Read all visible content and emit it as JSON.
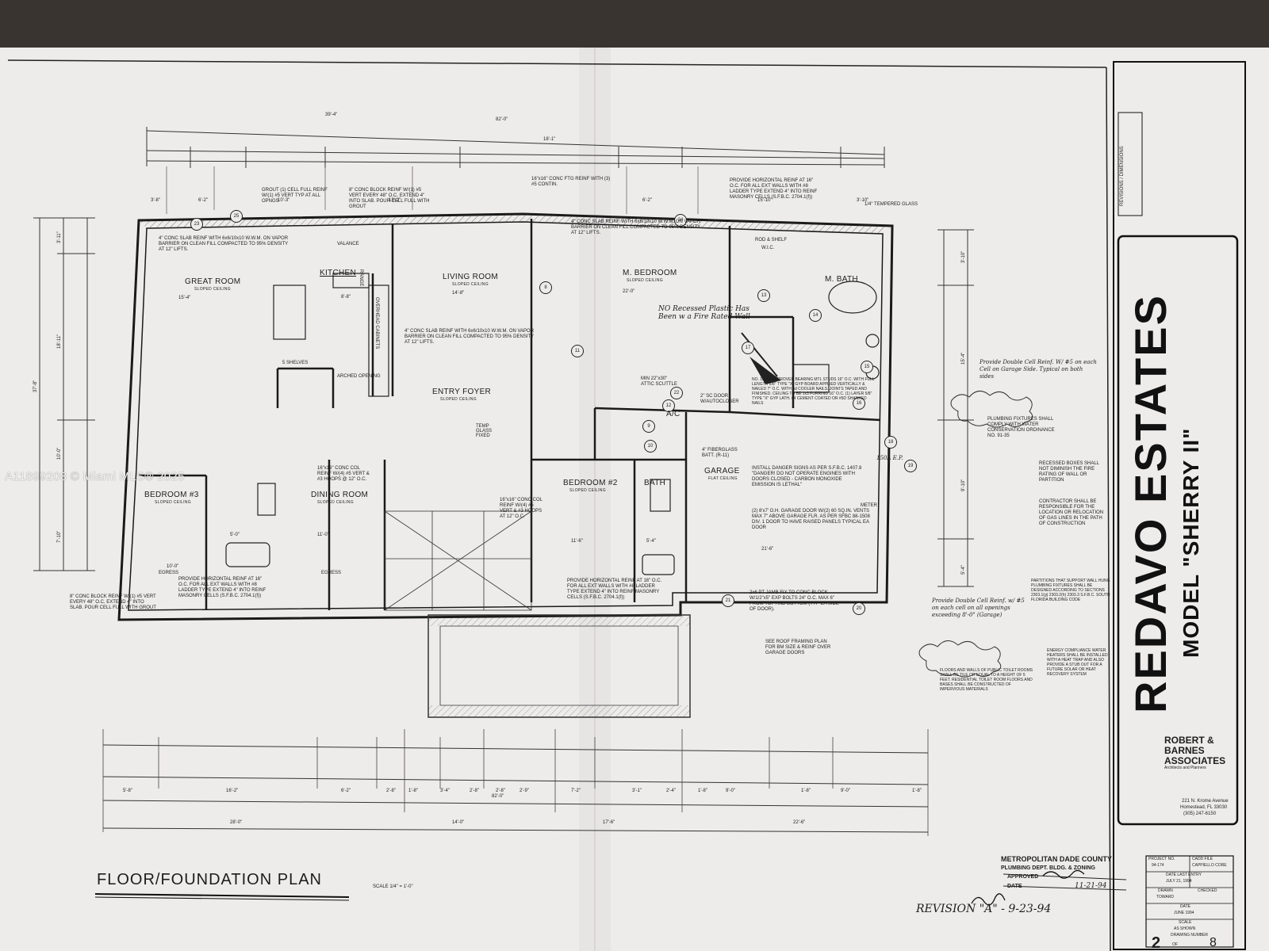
{
  "sheet": {
    "title": "FLOOR/FOUNDATION PLAN",
    "scale": "SCALE 1/4\" = 1'-0\"",
    "revision": "REVISION \"A\" - 9-23-94"
  },
  "title_block": {
    "project": "REDAVO ESTATES",
    "model": "MODEL \"SHERRY II\"",
    "firm": "ROBERT & BARNES ASSOCIATES",
    "firm_sub": "Architects and Planners",
    "address_1": "221 N. Krome Avenue",
    "address_2": "Homestead, FL 33030",
    "phone": "(305) 247-6150",
    "revisions_header": "REVISIONS / DIMENSIONS",
    "project_number_label": "PROJECT NO.",
    "project_number": "94-174",
    "cadd_file_label": "CADD FILE",
    "cadd_file": "CAPPIELLO CORE",
    "date_last_entry_label": "DATE LAST ENTRY",
    "date_last_entry": "JULY 21, 1994",
    "drawn_label": "DRAWN",
    "drawn": "TOWARD",
    "checked_label": "CHECKED",
    "date_label": "DATE",
    "date": "JUNE 1994",
    "scale_label": "SCALE",
    "scale": "AS SHOWN",
    "drawing_number_label": "DRAWING NUMBER",
    "sheet_number": "2",
    "sheet_of": "OF",
    "sheet_total": "8"
  },
  "approval": {
    "agency": "METROPOLITAN DADE COUNTY",
    "department": "PLUMBING DEPT. BLDG. & ZONING",
    "approved_label": "APPROVED",
    "date_label": "DATE",
    "date": "11-21-94"
  },
  "watermark": "A11899208 © Miami MLS® 2025",
  "rooms": {
    "great_room": "GREAT ROOM",
    "great_room_sub": "SLOPED CEILING",
    "kitchen": "KITCHEN",
    "living_room": "LIVING ROOM",
    "living_room_sub": "SLOPED CEILING",
    "m_bedroom": "M. BEDROOM",
    "m_bedroom_sub": "SLOPED CEILING",
    "m_bath": "M. BATH",
    "wic": "W.I.C.",
    "rod_shelf": "ROD & SHELF",
    "entry_foyer": "ENTRY FOYER",
    "entry_foyer_sub": "SLOPED CEILING",
    "bedroom_3": "BEDROOM #3",
    "bedroom_3_sub": "SLOPED CEILING",
    "dining_room": "DINING ROOM",
    "dining_room_sub": "SLOPED CEILING",
    "bedroom_2": "BEDROOM #2",
    "bedroom_2_sub": "SLOPED CEILING",
    "bath": "BATH",
    "garage": "GARAGE",
    "garage_sub": "FLAT CEILING",
    "ac": "A/C",
    "shelves": "5 SHELVES",
    "arched_opening": "ARCHED OPENING",
    "egress_1": "EGRESS",
    "egress_2": "EGRESS",
    "temp_glass": "TEMP GLASS FIXED",
    "valance": "VALANCE",
    "range": "RANGE",
    "overhead_cabinets": "OVERHEAD CABINETS"
  },
  "dims_top": {
    "overall": "82'-0\"",
    "left_half": "39'-4\"",
    "right_half": "18'-1\"",
    "row2": [
      "3'-8\"",
      "6'-2\"",
      "10'-3\"",
      "13'-2\"",
      "6'-2\"",
      "15'-10\"",
      "3'-10\""
    ]
  },
  "dims_interior": {
    "great_room_w": "15'-4\"",
    "kitchen_w": "8'-8\"",
    "living_w": "14'-8\"",
    "m_bed_w": "22'-0\"",
    "bed3_w": "10'-0\"",
    "bath3_w": "5'-0\"",
    "dining_w": "11'-0\"",
    "bed2_w": "11'-6\"",
    "bath_w": "5'-4\"",
    "garage_w": "21'-6\"",
    "left_overall": "37'-8\"",
    "left_top": "3'-11\"",
    "left_mid": "18'-11\"",
    "left_low": "10'-0\"",
    "left_bottom": "7'-10\"",
    "right_top": "3'-10\"",
    "right_mid": "15'-4\"",
    "right_low": "9'-10\"",
    "right_bottom": "5'-4\""
  },
  "dims_bottom": {
    "row1": [
      "5'-8\"",
      "16'-2\"",
      "6'-2\"",
      "2'-8\"",
      "1'-8\"",
      "3'-4\"",
      "2'-8\"",
      "2'-8\"",
      "2'-9\"",
      "7'-2\"",
      "3'-1\"",
      "2'-4\"",
      "1'-8\"",
      "9'-0\"",
      "1'-8\"",
      "9'-0\"",
      "1'-8\""
    ],
    "row2": [
      "28'-0\"",
      "14'-0\"",
      "17'-6\"",
      "22'-6\""
    ],
    "overall": "82'-0\""
  },
  "notes": {
    "n1": "GROUT (1) CELL FULL REINF W/(1) #5 VERT TYP AT ALL OPNGS",
    "n2": "8\" CONC BLOCK REINF W/(1) #5 VERT EVERY 48\" O.C. EXTEND 4\" INTO SLAB. POUR CELL FULL WITH GROUT",
    "n3": "16\"x16\" CONC FTG REINF WITH (3) #5 CONTIN.",
    "n4": "PROVIDE HORIZONTAL REINF AT 16\" O.C. FOR ALL EXT WALLS WITH #8 LADDER TYPE EXTEND 4\" INTO REINF MASONRY CELLS (S.F.B.C. 2704.1(f))",
    "n5": "4\" CONC SLAB REINF WITH 6x6/10x10 W.W.M. ON VAPOR BARRIER ON CLEAN FILL COMPACTED TO 95% DENSITY AT 12\" LIFTS.",
    "n6": "4\" CONC SLAB REINF WITH 6x6/10x10 W.W.M. ON VAPOR BARRIER ON CLEAN FILL COMPACTED TO 95% DENSITY AT 12\" LIFTS.",
    "n7": "4\" CONC SLAB REINF WITH 6x6/10x10 W.W.M. ON VAPOR BARRIER ON CLEAN FILL COMPACTED TO 95% DENSITY AT 12\" LIFTS.",
    "n8": "1/4\" TEMPERED GLASS",
    "n9": "NO. 18 GA APPROVED BEARING MTL STUDS 16\" O.C. WITH FULL LENGTH 5/8\" TYPE \"X\" GYP BOARD APPLIED VERTICALLY & NAILED 7\" O.C. WITH 6d COOLER NAILS. JOINTS TAPED AND FINISHED. CEILING TO BE 1x3 FURRING 16\" O.C. (1) LAYER 5/8\" TYPE \"X\" GYP LATH. #4 CEMENT COATED OR #5D SHANKED NAILS",
    "n10": "INSTALL DANGER SIGNS AS PER S.F.B.C. 1407.8 \"DANGER! DO NOT OPERATE ENGINES WITH DOORS CLOSED - CARBON MONOXIDE EMISSION IS LETHAL\"",
    "n11": "(2) 8'x7' O.H. GARAGE DOOR W/(2) 60 SQ.IN. VENTS MAX 7\" ABOVE GARAGE FLR. AS PER SFBC 88-1508 DIV. 1 DOOR TO HAVE RAISED PANELS TYPICAL EA DOOR",
    "n12": "SEE ROOF FRAMING PLAN FOR BM SIZE & REINF OVER GARAGE DOORS",
    "n13": "2x6 PT JAMB FIX TO CONC BLOCK W/1/2\"x5\" EXP BOLTS 24\" O.C. MAX 6\" FROM TOP AND BOTTOM (TYP EA SIDE OF DOOR).",
    "n14": "PLUMBING FIXTURES SHALL COMPLY WITH WATER CONSERVATION ORDINANCE NO. 91-35",
    "n15": "RECESSED BOXES SHALL NOT DIMINISH THE FIRE RATING OF WALL OR PARTITION",
    "n16": "CONTRACTOR SHALL BE RESPONSIBLE FOR THE LOCATION OR RELOCATION OF GAS LINES IN THE PATH OF CONSTRUCTION",
    "n17": "PARTITIONS THAT SUPPORT WALL HUNG PLUMBING FIXTURES SHALL BE DESIGNED ACCORDING TO SECTIONS 2303.1(g) 2303.2(h) 2303.3 S.F.B.C. SOUTH FLORIDA BUILDING CODE",
    "n18": "ENERGY COMPLIANCE WATER HEATERS SHALL BE INSTALLED WITH A HEAT TRAP AND ALSO PROVIDE A STUB OUT FOR A FUTURE SOLAR OR HEAT RECOVERY SYSTEM",
    "n19": "FLOORS AND WALLS OF PUBLIC TOILET ROOMS SHALL BE TILE OR EQUAL TO A HEIGHT OF 5 FEET. RESIDENTIAL TOILET ROOM FLOORS AND BASES SHALL BE CONSTRUCTED OF IMPERVIOUS MATERIALS",
    "n20": "PROVIDE HORIZONTAL REINF AT 16\" O.C. FOR ALL EXT WALLS WITH #8 LADDER TYPE EXTEND 4\" INTO REINF MASONRY CELLS (S.F.B.C. 2704.1(f))",
    "n21": "16\"x16\" CONC COL REINF W/(4) #5 VERT & #3 HOOPS @ 12\" O.C.",
    "n22": "16\"x16\" CONC COL REINF W/(4) #5 VERT & #3 HOOPS AT 12\" O.C.",
    "n23": "4\" FIBERGLASS BATT. (R-11)",
    "n24": "MIN 22\"x30\" ATTIC SCUTTLE",
    "n25": "2\" SC DOOR W/AUTOCLOSER",
    "n26": "PROVIDE HORIZONTAL REINF AT 16\" O.C. FOR ALL EXT WALLS WITH #8 LADDER TYPE EXTEND 4\" INTO REINF MASONRY CELLS (S.F.B.C. 2704.1(f))",
    "n27": "8\" CONC BLOCK REINF W/(1) #5 VERT EVERY 48\" O.C. EXTEND 4\" INTO SLAB. POUR CELL FULL WITH GROUT",
    "n28": "METER"
  },
  "handwritten": {
    "h1": "NO Recessed Plastic Has Been w a Fire Rated Wall",
    "h2": "Provide Double Cell Reinf. W/ #5 on each Cell on Garage Side. Typical on both sides",
    "h3": "Provide Double Cell Reinf. w/ #5 on each cell on all openings exceeding 8'-0\" (Garage)",
    "h4": "150A E.P."
  },
  "callouts": [
    "11",
    "12",
    "13",
    "14",
    "15",
    "16",
    "17",
    "18",
    "19",
    "20",
    "21",
    "22",
    "9",
    "10",
    "23",
    "24",
    "25",
    "8"
  ]
}
